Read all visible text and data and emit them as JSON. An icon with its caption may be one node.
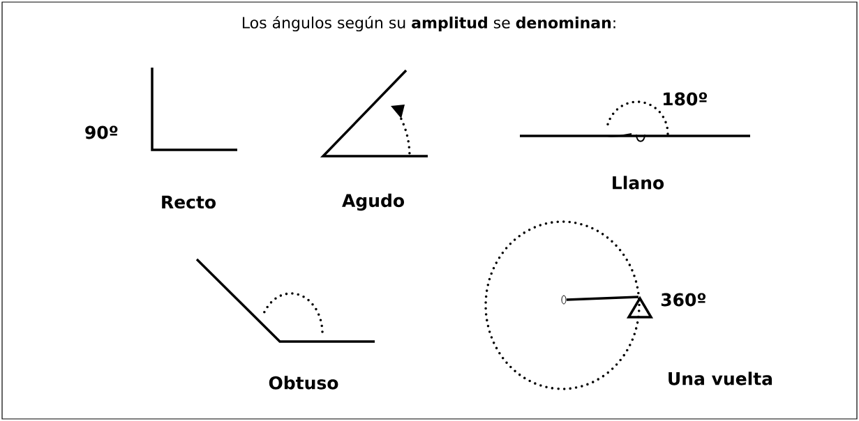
{
  "diagram": {
    "title": "Los ángulos según su **amplitud** se **denominan**:",
    "labels": [
      "90º",
      "Recto",
      "Agudo",
      "180º",
      "Llano",
      "Obtuso",
      "360º",
      "Una vuelta"
    ]
  }
}
